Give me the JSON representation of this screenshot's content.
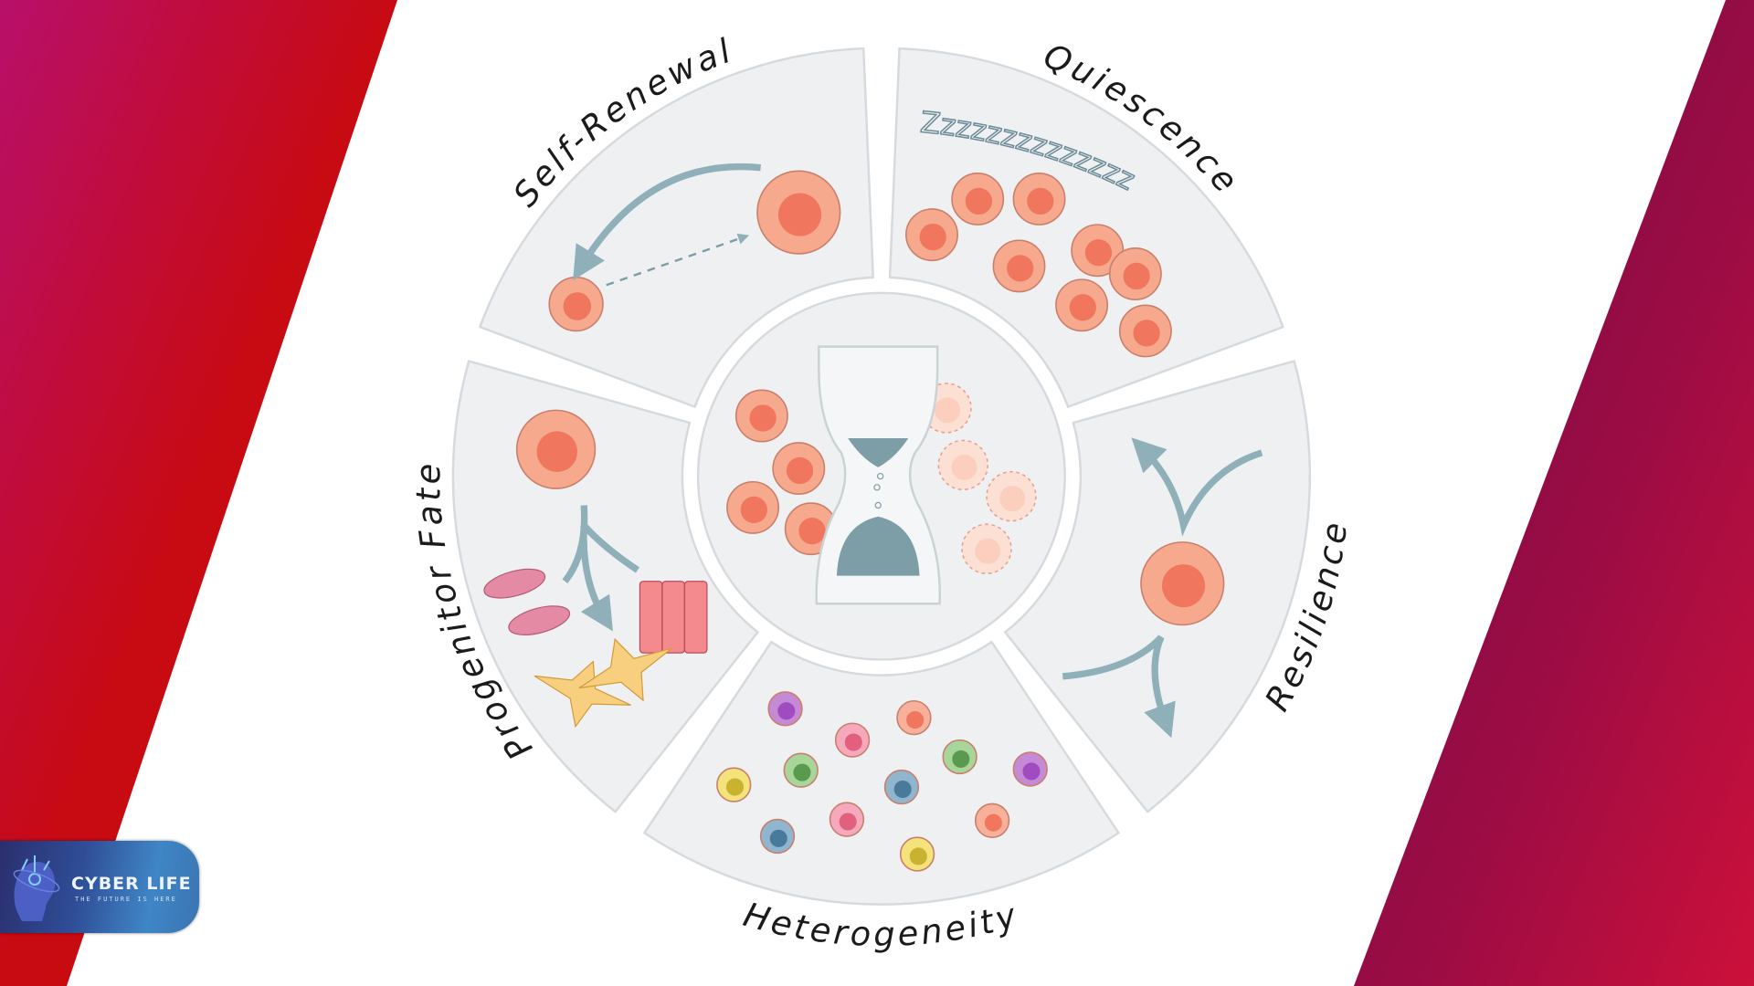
{
  "segments": [
    {
      "id": "self-renewal",
      "label": "Self-Renewal"
    },
    {
      "id": "quiescence",
      "label": "Quiescence",
      "sleep_text": "Zzzzzzzzzzzzzz"
    },
    {
      "id": "resilience",
      "label": "Resilience"
    },
    {
      "id": "heterogeneity",
      "label": "Heterogeneity"
    },
    {
      "id": "progenitor-fate",
      "label": "Progenitor Fate"
    }
  ],
  "logo": {
    "name": "CYBER LIFE",
    "tagline": "THE FUTURE IS HERE"
  },
  "colors": {
    "left_band_top": "#b80f6a",
    "left_band_bottom": "#cc0a0c",
    "right_band_top": "#7d0b48",
    "right_band_bottom": "#c8103a",
    "panel": "#eef0f2",
    "cell": "#f7a98e",
    "nucleus": "#f0775e",
    "arrow": "#8fb0b8",
    "hourglass": "#7d9ea6"
  }
}
